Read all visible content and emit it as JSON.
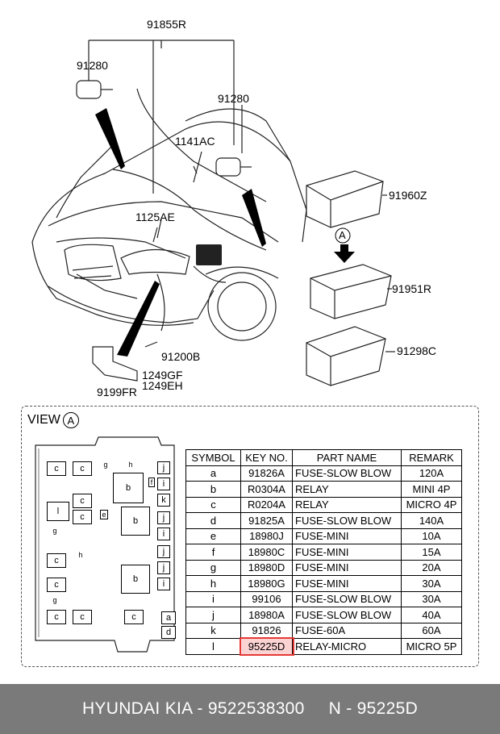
{
  "callouts": [
    {
      "id": "91855R",
      "text": "91855R"
    },
    {
      "id": "91280a",
      "text": "91280"
    },
    {
      "id": "91280b",
      "text": "91280"
    },
    {
      "id": "1141AC",
      "text": "1141AC"
    },
    {
      "id": "91960Z",
      "text": "91960Z"
    },
    {
      "id": "1125AE",
      "text": "1125AE"
    },
    {
      "id": "91951R",
      "text": "91951R"
    },
    {
      "id": "91298C",
      "text": "91298C"
    },
    {
      "id": "91200B",
      "text": "91200B"
    },
    {
      "id": "1249GF",
      "text": "1249GF"
    },
    {
      "id": "1249EH",
      "text": "1249EH"
    },
    {
      "id": "9199FR",
      "text": "9199FR"
    }
  ],
  "view": {
    "label": "VIEW",
    "marker": "A"
  },
  "arrow_marker": "A",
  "table": {
    "headers": [
      "SYMBOL",
      "KEY NO.",
      "PART NAME",
      "REMARK"
    ],
    "rows": [
      [
        "a",
        "91826A",
        "FUSE-SLOW BLOW",
        "120A"
      ],
      [
        "b",
        "R0304A",
        "RELAY",
        "MINI 4P"
      ],
      [
        "c",
        "R0204A",
        "RELAY",
        "MICRO 4P"
      ],
      [
        "d",
        "91825A",
        "FUSE-SLOW BLOW",
        "140A"
      ],
      [
        "e",
        "18980J",
        "FUSE-MINI",
        "10A"
      ],
      [
        "f",
        "18980C",
        "FUSE-MINI",
        "15A"
      ],
      [
        "g",
        "18980D",
        "FUSE-MINI",
        "20A"
      ],
      [
        "h",
        "18980G",
        "FUSE-MINI",
        "30A"
      ],
      [
        "i",
        "99106",
        "FUSE-SLOW BLOW",
        "30A"
      ],
      [
        "j",
        "18980A",
        "FUSE-SLOW BLOW",
        "40A"
      ],
      [
        "k",
        "91826",
        "FUSE-60A",
        "60A"
      ],
      [
        "l",
        "95225D",
        "RELAY-MICRO",
        "MICRO 5P"
      ]
    ],
    "highlight_row": 11
  },
  "fusebox_labels": {
    "c": "c",
    "b": "b",
    "l": "l",
    "j": "j",
    "i": "i",
    "k": "k",
    "a": "a",
    "d": "d",
    "g": "g",
    "h": "h",
    "f": "f",
    "e": "e"
  },
  "footer": {
    "left": "HYUNDAI  KIA - 9522538300",
    "right": "N - 95225D"
  },
  "colors": {
    "footer_bg": "#7a7a7a",
    "highlight": "#e53935"
  }
}
